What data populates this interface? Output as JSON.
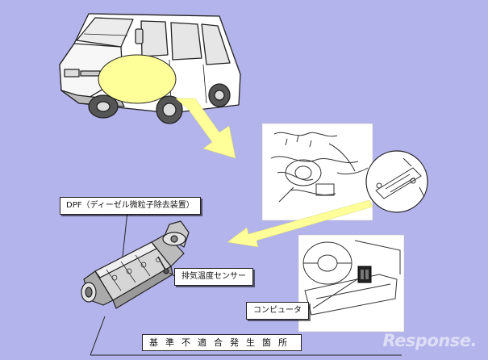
{
  "labels": {
    "dpf": "DPF（ディーゼル微粒子除去装置）",
    "sensor": "排気温度センサー",
    "computer": "コンピュータ",
    "title": "基準不適合発生箇所"
  },
  "watermark": "Response.",
  "colors": {
    "background": "#b4b4ec",
    "highlight": "#ffff99",
    "line_art": "#222222",
    "panel": "#ffffff"
  }
}
